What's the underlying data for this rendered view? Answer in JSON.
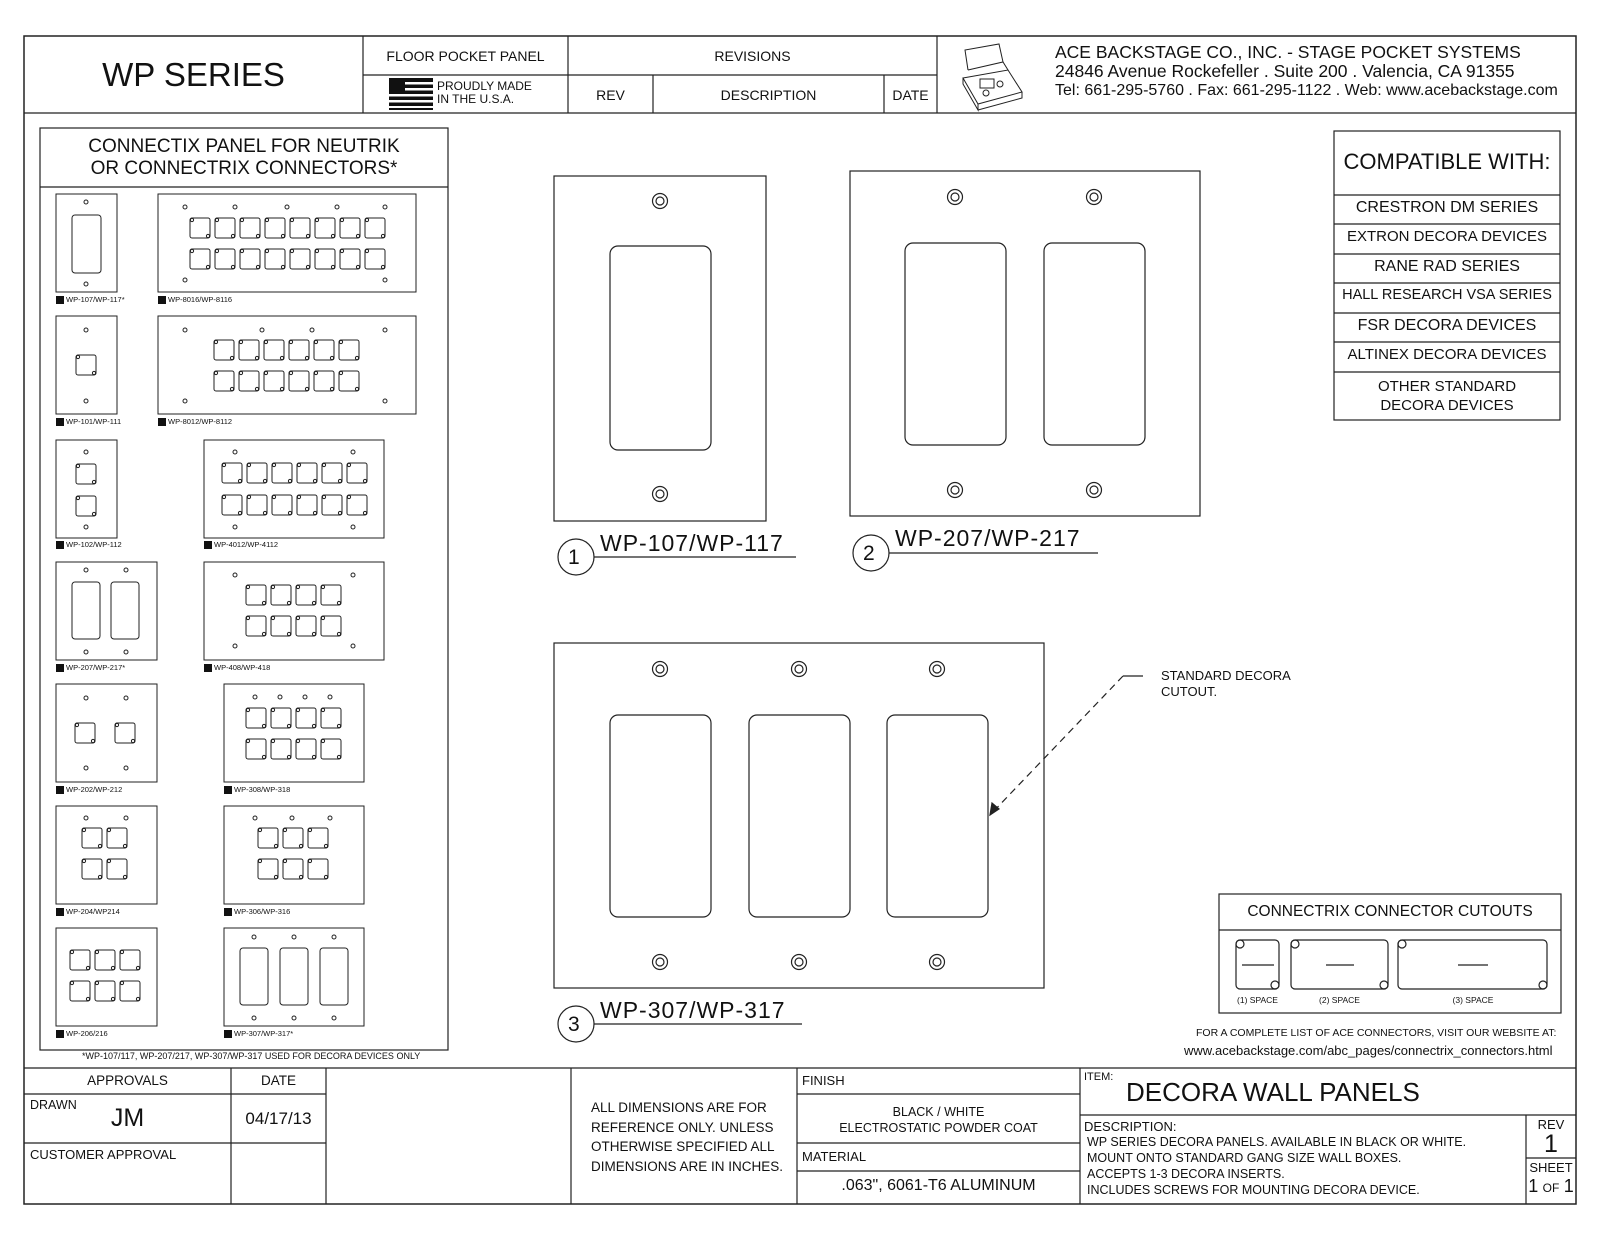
{
  "title_block": {
    "series_title": "WP SERIES",
    "product_label": "FLOOR POCKET PANEL",
    "made_in": [
      "PROUDLY MADE",
      "IN THE U.S.A."
    ],
    "revisions_label": "REVISIONS",
    "rev_col": "REV",
    "desc_col": "DESCRIPTION",
    "date_col": "DATE",
    "company_lines": [
      "ACE BACKSTAGE CO., INC. - STAGE POCKET SYSTEMS",
      "24846 Avenue Rockefeller . Suite 200 . Valencia, CA 91355",
      "Tel: 661-295-5760 . Fax: 661-295-1122 . Web: www.acebackstage.com"
    ]
  },
  "connectix_panel": {
    "heading": [
      "CONNECTIX PANEL FOR NEUTRIK",
      "OR CONNECTRIX CONNECTORS*"
    ],
    "labels": {
      "wp107": "WP-107/WP-117*",
      "wp8016": "WP-8016/WP-8116",
      "wp101": "WP-101/WP-111",
      "wp8012": "WP-8012/WP-8112",
      "wp102": "WP-102/WP-112",
      "wp4012": "WP-4012/WP-4112",
      "wp207": "WP-207/WP-217*",
      "wp408": "WP-408/WP-418",
      "wp202": "WP-202/WP-212",
      "wp308": "WP-308/WP-318",
      "wp204": "WP-204/WP214",
      "wp306": "WP-306/WP-316",
      "wp206": "WP-206/216",
      "wp307": "WP-307/WP-317*"
    },
    "footnote": "*WP-107/117, WP-207/217, WP-307/WP-317 USED FOR DECORA DEVICES ONLY"
  },
  "drawings": {
    "d1": {
      "num": "1",
      "label": "WP-107/WP-117"
    },
    "d2": {
      "num": "2",
      "label": "WP-207/WP-217"
    },
    "d3": {
      "num": "3",
      "label": "WP-307/WP-317"
    },
    "callout": [
      "STANDARD DECORA",
      "CUTOUT."
    ]
  },
  "compatible": {
    "heading": "COMPATIBLE WITH:",
    "items": [
      "CRESTRON DM SERIES",
      "EXTRON DECORA DEVICES",
      "RANE RAD SERIES",
      "HALL RESEARCH VSA SERIES",
      "FSR DECORA DEVICES",
      "ALTINEX DECORA DEVICES"
    ],
    "last_item": [
      "OTHER STANDARD",
      "DECORA DEVICES"
    ]
  },
  "cutouts": {
    "heading": "CONNECTRIX CONNECTOR CUTOUTS",
    "spaces": [
      "(1) SPACE",
      "(2) SPACE",
      "(3) SPACE"
    ],
    "note": "FOR A COMPLETE LIST OF ACE CONNECTORS, VISIT OUR WEBSITE AT:",
    "url": "www.acebackstage.com/abc_pages/connectrix_connectors.html"
  },
  "bottom": {
    "approvals": "APPROVALS",
    "date": "DATE",
    "drawn_label": "DRAWN",
    "drawn_value": "JM",
    "drawn_date": "04/17/13",
    "customer_approval": "CUSTOMER APPROVAL",
    "dims_note": [
      "ALL DIMENSIONS ARE FOR",
      "REFERENCE ONLY. UNLESS",
      "OTHERWISE SPECIFIED ALL",
      "DIMENSIONS ARE IN INCHES."
    ],
    "finish_label": "FINISH",
    "finish_value": [
      "BLACK  /  WHITE",
      "ELECTROSTATIC POWDER COAT"
    ],
    "material_label": "MATERIAL",
    "material_value": ".063\", 6061-T6 ALUMINUM",
    "item_label": "ITEM:",
    "item_value": "DECORA WALL PANELS",
    "description_label": "DESCRIPTION:",
    "description_lines": [
      "WP SERIES DECORA PANELS. AVAILABLE IN BLACK OR WHITE.",
      "MOUNT ONTO STANDARD GANG SIZE WALL BOXES.",
      "ACCEPTS 1-3 DECORA INSERTS.",
      "INCLUDES SCREWS FOR MOUNTING DECORA DEVICE."
    ],
    "rev_label": "REV",
    "rev_value": "1",
    "sheet_label": "SHEET",
    "sheet_num": "1",
    "sheet_of": "OF",
    "sheet_total": "1"
  }
}
